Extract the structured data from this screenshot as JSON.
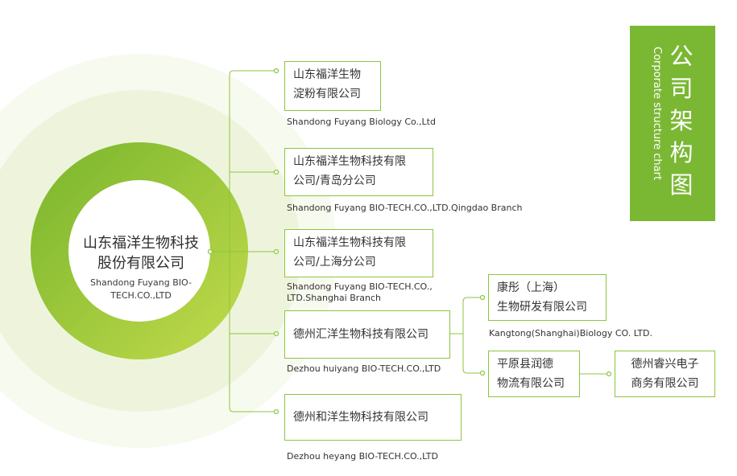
{
  "title": {
    "cn_chars": [
      "公",
      "司",
      "架",
      "构",
      "图"
    ],
    "en": "Corporate structure chart"
  },
  "colors": {
    "accent": "#8cc63f",
    "panel": "#7ab834",
    "ring_dark": "#78b52c",
    "ring_light": "#c3db4c",
    "halo": "#f3f7e8"
  },
  "root": {
    "name_cn": [
      "山东福洋生物科技",
      "股份有限公司"
    ],
    "name_en": [
      "Shandong Fuyang BIO-",
      "TECH.CO.,LTD"
    ]
  },
  "companies": [
    {
      "id": "starch",
      "cn": [
        "山东福洋生物",
        "淀粉有限公司"
      ],
      "en": [
        "Shandong Fuyang Biology Co.,Ltd"
      ]
    },
    {
      "id": "qingdao",
      "cn": [
        "山东福洋生物科技有限",
        "公司/青岛分公司"
      ],
      "en": [
        "Shandong Fuyang BIO-TECH.CO.,LTD.Qingdao Branch"
      ]
    },
    {
      "id": "shanghai",
      "cn": [
        "山东福洋生物科技有限",
        "公司/上海分公司"
      ],
      "en": [
        "Shandong Fuyang BIO-TECH.CO.,",
        "LTD.Shanghai Branch"
      ]
    },
    {
      "id": "huiyang",
      "cn": [
        "德州汇洋生物科技有限公司"
      ],
      "en": [
        "Dezhou huiyang BIO-TECH.CO.,LTD"
      ]
    },
    {
      "id": "heyang",
      "cn": [
        "德州和洋生物科技有限公司"
      ],
      "en": [
        "Dezhou heyang BIO-TECH.CO.,LTD"
      ]
    }
  ],
  "subsidiaries": [
    {
      "id": "kangtong",
      "cn": [
        "康彤（上海）",
        "生物研发有限公司"
      ],
      "en": [
        "Kangtong(Shanghai)Biology CO. LTD."
      ]
    },
    {
      "id": "pingyuan",
      "cn": [
        "平原县润德",
        "物流有限公司"
      ]
    },
    {
      "id": "ruixing",
      "cn": [
        "德州睿兴电子",
        "商务有限公司"
      ]
    }
  ]
}
